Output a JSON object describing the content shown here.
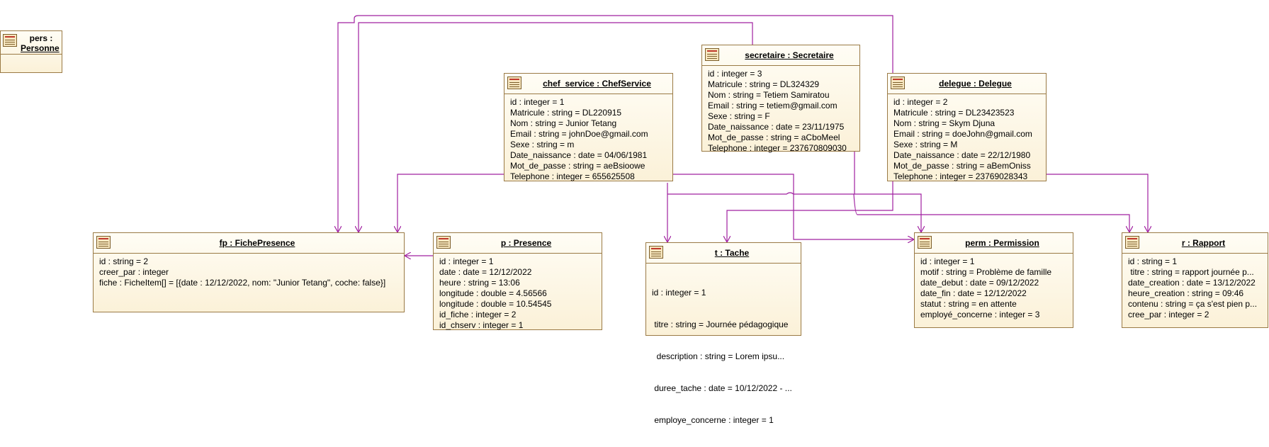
{
  "colors": {
    "connector": "#a020a0",
    "border": "#9a7a45",
    "fill": "#fbf1d8"
  },
  "objects": {
    "pers": {
      "name": "pers :",
      "class": "Personne"
    },
    "chef_service": {
      "title": "chef_service : ChefService",
      "attrs": [
        "id : integer = 1",
        "Matricule : string = DL220915",
        "Nom : string = Junior Tetang",
        "Email : string = johnDoe@gmail.com",
        "Sexe : string = m",
        "Date_naissance : date = 04/06/1981",
        "Mot_de_passe : string = aeBsioowe",
        "Telephone : integer = 655625508"
      ]
    },
    "secretaire": {
      "title": "secretaire : Secretaire",
      "attrs": [
        "id : integer = 3",
        "Matricule : string = DL324329",
        "Nom : string = Tetiem Samiratou",
        "Email : string = tetiem@gmail.com",
        "Sexe : string = F",
        "Date_naissance : date = 23/11/1975",
        "Mot_de_passe : string = aCboMeel",
        "Telephone : integer = 237670809030"
      ]
    },
    "delegue": {
      "title": "delegue : Delegue",
      "attrs": [
        "id : integer = 2",
        "Matricule : string = DL23423523",
        "Nom : string = Skym Djuna",
        "Email : string = doeJohn@gmail.com",
        "Sexe : string = M",
        "Date_naissance : date = 22/12/1980",
        "Mot_de_passe : string = aBemOniss",
        "Telephone : integer = 23769028343"
      ]
    },
    "fiche_presence": {
      "title": "fp : FichePresence",
      "attrs": [
        "id : string = 2",
        "creer_par : integer",
        "fiche : FicheItem[] = [{date : 12/12/2022, nom: \"Junior Tetang\", coche: false}]"
      ]
    },
    "presence": {
      "title": "p : Presence",
      "attrs": [
        "id : integer = 1",
        "date : date = 12/12/2022",
        "heure : string = 13:06",
        "longitude : double = 4.56566",
        "longitude : double = 10.54545",
        "id_fiche : integer = 2",
        "id_chserv : integer = 1"
      ]
    },
    "tache": {
      "title": "t : Tache",
      "attrs": [
        "id : integer = 1",
        " titre : string = Journée pédagogique",
        "  description : string = Lorem ipsu...",
        " duree_tache : date = 10/12/2022 - ...",
        " employe_concerne : integer = 1"
      ]
    },
    "permission": {
      "title": "perm : Permission",
      "attrs": [
        "id : integer = 1",
        "motif : string = Problème de famille",
        "date_debut : date = 09/12/2022",
        "date_fin : date = 12/12/2022",
        "statut : string = en attente",
        "employé_concerne : integer = 3"
      ]
    },
    "rapport": {
      "title": "r : Rapport",
      "attrs": [
        "id : string = 1",
        " titre : string = rapport journée p...",
        "date_creation : date = 13/12/2022",
        "heure_creation : string = 09:46",
        "contenu : string = ça s'est pien p...",
        "cree_par : integer = 2"
      ]
    }
  }
}
